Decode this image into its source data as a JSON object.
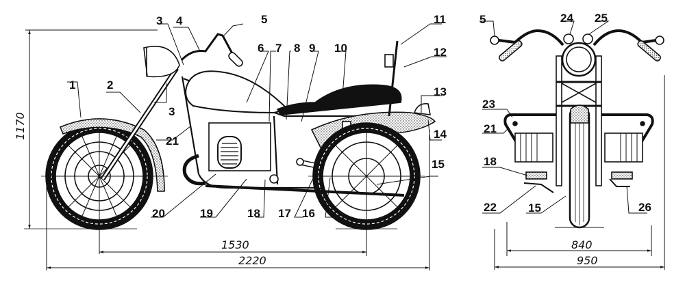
{
  "title": "Motorcycle general arrangement drawing",
  "views": {
    "side": {
      "callouts": [
        "1",
        "2",
        "3",
        "4",
        "5",
        "6",
        "7",
        "8",
        "9",
        "10",
        "11",
        "12",
        "13",
        "14",
        "15",
        "16",
        "17",
        "18",
        "19",
        "20",
        "21",
        "3"
      ],
      "dimensions": {
        "height": "1170",
        "wheelbase": "1530",
        "length": "2220"
      }
    },
    "front": {
      "callouts": [
        "5",
        "24",
        "25",
        "23",
        "21",
        "18",
        "22",
        "15",
        "26"
      ],
      "dimensions": {
        "track": "840",
        "width": "950"
      }
    }
  },
  "colors": {
    "ink": "#111111",
    "paper": "#ffffff"
  }
}
